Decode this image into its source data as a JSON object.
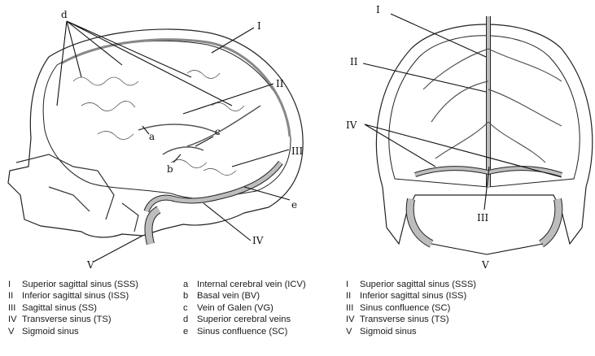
{
  "left_figure": {
    "pointers": {
      "d": "d",
      "I": "I",
      "II": "II",
      "III": "III",
      "IV": "IV",
      "V": "V",
      "a": "a",
      "b": "b",
      "c": "c",
      "e": "e"
    }
  },
  "right_figure": {
    "pointers": {
      "I": "I",
      "II": "II",
      "III": "III",
      "IV": "IV",
      "V": "V"
    }
  },
  "legend_left": [
    {
      "num": "I",
      "text": "Superior sagittal sinus (SSS)"
    },
    {
      "num": "II",
      "text": "Inferior sagittal sinus (ISS)"
    },
    {
      "num": "III",
      "text": "Sagittal sinus (SS)"
    },
    {
      "num": "IV",
      "text": "Transverse sinus (TS)"
    },
    {
      "num": "V",
      "text": "Sigmoid sinus"
    }
  ],
  "legend_middle": [
    {
      "num": "a",
      "text": "Internal cerebral vein (ICV)"
    },
    {
      "num": "b",
      "text": "Basal vein (BV)"
    },
    {
      "num": "c",
      "text": "Vein of Galen (VG)"
    },
    {
      "num": "d",
      "text": "Superior cerebral veins"
    },
    {
      "num": "e",
      "text": "Sinus confluence (SC)"
    }
  ],
  "legend_right": [
    {
      "num": "I",
      "text": "Superior sagittal sinus (SSS)"
    },
    {
      "num": "II",
      "text": "Inferior sagittal sinus (ISS)"
    },
    {
      "num": "III",
      "text": "Sinus confluence (SC)"
    },
    {
      "num": "IV",
      "text": "Transverse sinus (TS)"
    },
    {
      "num": "V",
      "text": "Sigmoid sinus"
    }
  ],
  "colors": {
    "line": "#222222",
    "sinus_fill": "#bdbdbd",
    "vessel": "#555555"
  }
}
